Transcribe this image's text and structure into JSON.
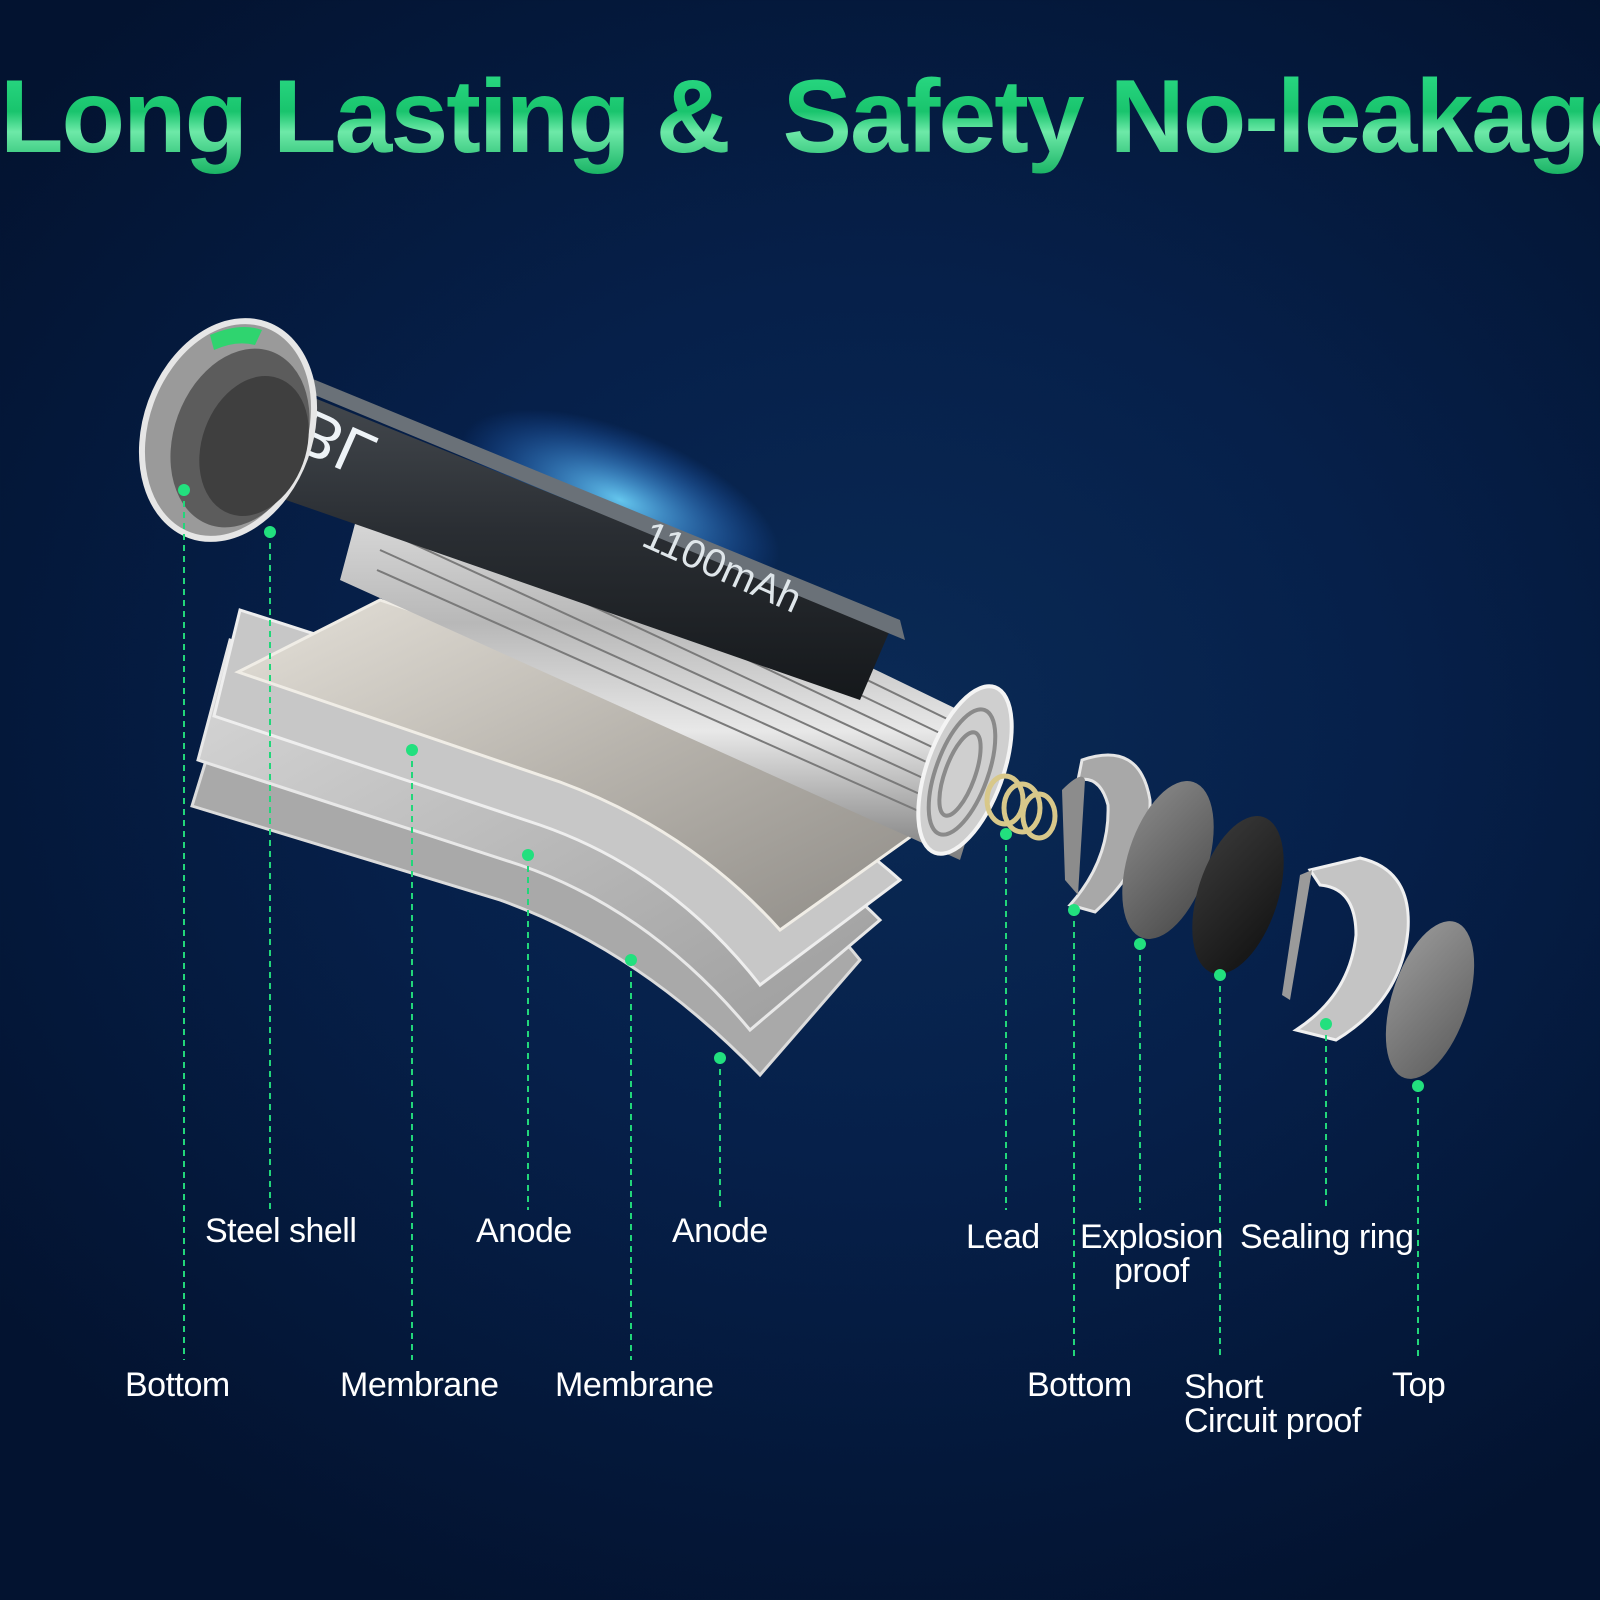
{
  "headline": "Long Lasting &  Safety No-leakage",
  "battery_print": {
    "brand_text": "EBL",
    "rating_text": "1100mAh"
  },
  "labels": {
    "steel_shell": "Steel shell",
    "anode_1": "Anode",
    "anode_2": "Anode",
    "lead": "Lead",
    "explosion_proof": "Explosion\nproof",
    "sealing_ring": "Sealing ring",
    "bottom_left": "Bottom",
    "membrane_1": "Membrane",
    "membrane_2": "Membrane",
    "bottom_right": "Bottom",
    "short_circuit_proof": "Short\nCircuit proof",
    "top": "Top"
  },
  "colors": {
    "accent_green": "#22d67a",
    "background": "#06204a",
    "label_text": "#ffffff"
  }
}
